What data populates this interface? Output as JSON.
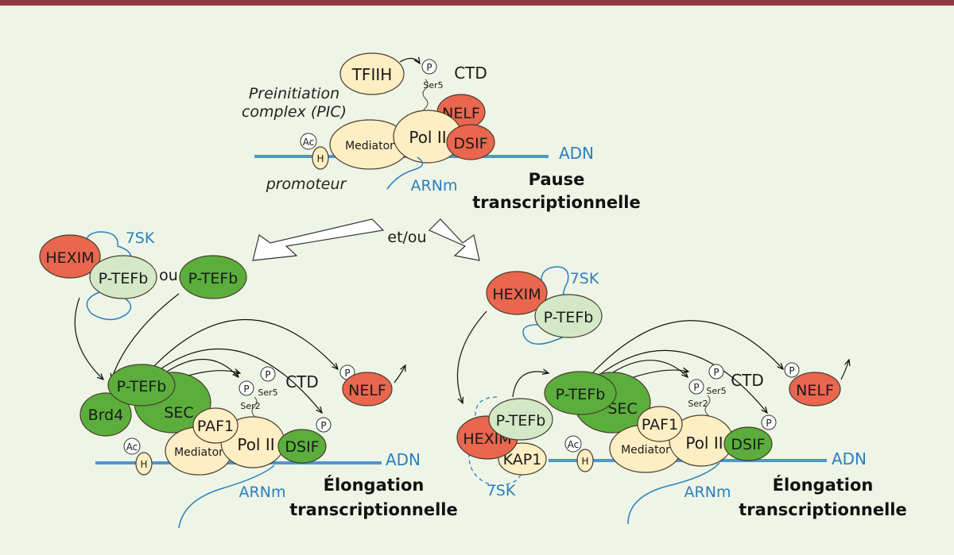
{
  "colors": {
    "background": "#eef5e6",
    "top_bar": "#8e3a45",
    "dna_line": "#4f95d4",
    "rna_blue": "#2a7fc0",
    "cream": "#fdeec3",
    "red": "#e9664f",
    "dark_green": "#5bae3c",
    "light_green": "#d3e8c6"
  },
  "top": {
    "tfiih": "TFIIH",
    "p": "P",
    "ser5": "Ser5",
    "ctd": "CTD",
    "pic_line1": "Preinitiation",
    "pic_line2": "complex (PIC)",
    "nelf": "NELF",
    "pol2": "Pol II",
    "mediator": "Mediator",
    "dsif": "DSIF",
    "ac": "Ac",
    "h": "H",
    "adn": "ADN",
    "promoteur": "promoteur",
    "arnm": "ARNm",
    "pause_line1": "Pause",
    "pause_line2": "transcriptionnelle"
  },
  "et_ou": "et/ou",
  "left": {
    "hexim": "HEXIM",
    "sk7": "7SK",
    "ptefb_light": "P-TEFb",
    "ou": "ou",
    "ptefb_dark": "P-TEFb",
    "ptefb_main": "P-TEFb",
    "brd4": "Brd4",
    "sec": "SEC",
    "paf1": "PAF1",
    "mediator": "Mediator",
    "pol2": "Pol II",
    "dsif": "DSIF",
    "ac": "Ac",
    "h": "H",
    "p": "P",
    "ser5": "Ser5",
    "ser2": "Ser2",
    "ctd": "CTD",
    "nelf": "NELF",
    "adn": "ADN",
    "arnm": "ARNm",
    "elong_line1": "Élongation",
    "elong_line2": "transcriptionnelle"
  },
  "right": {
    "hexim": "HEXIM",
    "sk7": "7SK",
    "ptefb_light": "P-TEFb",
    "ptefb_prom": "P-TEFb",
    "hexim_prom": "HEXIM",
    "kap1": "KAP1",
    "sk7_prom": "7SK",
    "ptefb_main": "P-TEFb",
    "sec": "SEC",
    "paf1": "PAF1",
    "mediator": "Mediator",
    "pol2": "Pol II",
    "dsif": "DSIF",
    "ac": "Ac",
    "h": "H",
    "p": "P",
    "ser5": "Ser5",
    "ser2": "Ser2",
    "ctd": "CTD",
    "nelf": "NELF",
    "adn": "ADN",
    "arnm": "ARNm",
    "elong_line1": "Élongation",
    "elong_line2": "transcriptionnelle"
  }
}
